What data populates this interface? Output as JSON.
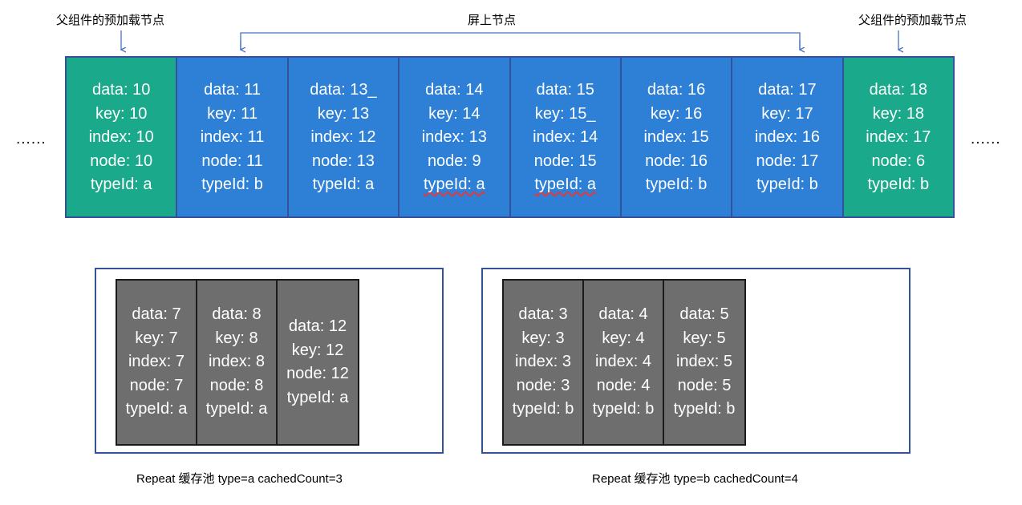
{
  "annotations": {
    "left_label": "父组件的预加载节点",
    "mid_label": "屏上节点",
    "right_label": "父组件的预加载节点",
    "left_ellipsis": "......",
    "right_ellipsis": "......"
  },
  "colors": {
    "preload_node": "#1aa98a",
    "onscreen_node": "#2e80d7",
    "cache_node": "#6e6e6e",
    "border_blue": "#33529b",
    "border_dark": "#1a1a1a",
    "squiggle_red": "#e03a3a"
  },
  "strip": {
    "nodes": [
      {
        "kind": "preload",
        "color": "green",
        "lines": [
          "data: 10",
          "key: 10",
          "index: 10",
          "node: 10",
          "typeId: a"
        ],
        "squiggle": false
      },
      {
        "kind": "onscreen",
        "color": "blue",
        "lines": [
          "data: 11",
          "key: 11",
          "index: 11",
          "node: 11",
          "typeId: b"
        ],
        "squiggle": false
      },
      {
        "kind": "onscreen",
        "color": "blue",
        "lines": [
          "data: 13_",
          "key: 13",
          "index: 12",
          "node: 13",
          "typeId: a"
        ],
        "squiggle": false
      },
      {
        "kind": "onscreen",
        "color": "blue",
        "lines": [
          "data: 14",
          "key: 14",
          "index: 13",
          "node: 9",
          "typeId: a"
        ],
        "squiggle": true
      },
      {
        "kind": "onscreen",
        "color": "blue",
        "lines": [
          "data: 15",
          "key: 15_",
          "index: 14",
          "node: 15",
          "typeId: a"
        ],
        "squiggle": true
      },
      {
        "kind": "onscreen",
        "color": "blue",
        "lines": [
          "data: 16",
          "key: 16",
          "index: 15",
          "node: 16",
          "typeId: b"
        ],
        "squiggle": false
      },
      {
        "kind": "onscreen",
        "color": "blue",
        "lines": [
          "data: 17",
          "key: 17",
          "index: 16",
          "node: 17",
          "typeId: b"
        ],
        "squiggle": false
      },
      {
        "kind": "preload",
        "color": "green",
        "lines": [
          "data: 18",
          "key: 18",
          "index: 17",
          "node: 6",
          "typeId: b"
        ],
        "squiggle": false
      }
    ]
  },
  "pools": [
    {
      "id": "pool-a",
      "caption": "Repeat 缓存池 type=a  cachedCount=3",
      "type": "a",
      "cached_count": "3",
      "cards": [
        {
          "lines": [
            "data: 7",
            "key: 7",
            "index: 7",
            "node: 7",
            "typeId: a"
          ]
        },
        {
          "lines": [
            "data: 8",
            "key: 8",
            "index: 8",
            "node: 8",
            "typeId: a"
          ]
        },
        {
          "lines": [
            "data: 12",
            "key: 12",
            "node: 12",
            "typeId: a"
          ]
        }
      ]
    },
    {
      "id": "pool-b",
      "caption": "Repeat 缓存池 type=b  cachedCount=4",
      "type": "b",
      "cached_count": "4",
      "cards": [
        {
          "lines": [
            "data: 3",
            "key: 3",
            "index: 3",
            "node: 3",
            "typeId: b"
          ]
        },
        {
          "lines": [
            "data: 4",
            "key: 4",
            "index: 4",
            "node: 4",
            "typeId: b"
          ]
        },
        {
          "lines": [
            "data: 5",
            "key: 5",
            "index: 5",
            "node: 5",
            "typeId: b"
          ]
        }
      ]
    }
  ]
}
